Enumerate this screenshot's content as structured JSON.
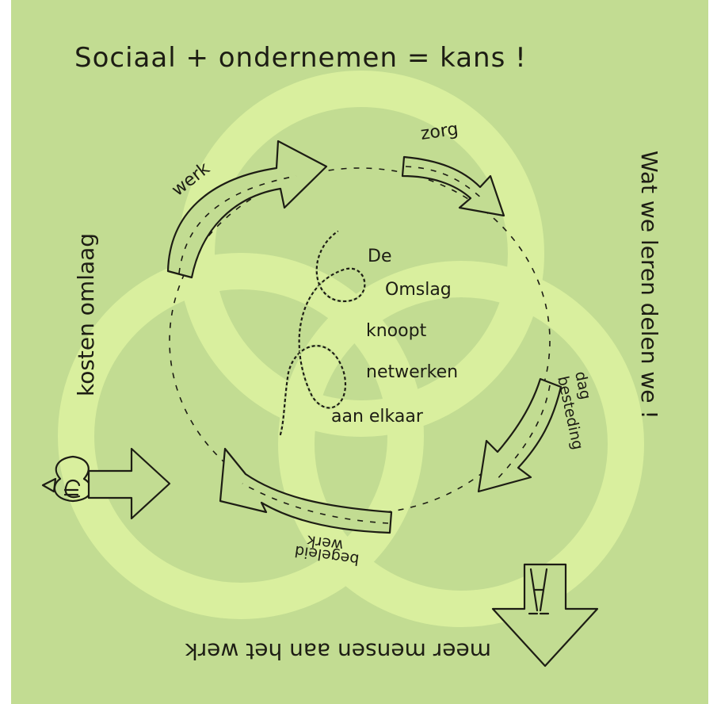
{
  "colors": {
    "background": "#c2dc92",
    "rings": "#d9ef9e",
    "ink": "#1d1d14"
  },
  "title": "Sociaal + ondernemen = kans !",
  "cycle": {
    "werk": "werk",
    "zorg": "zorg",
    "dagbesteding_line1": "dag",
    "dagbesteding_line2": "besteding",
    "begeleid_line1": "begeleid",
    "begeleid_line2": "werk"
  },
  "center": {
    "line1": "De",
    "line2": "Omslag",
    "line3": "knoopt",
    "line4": "netwerken",
    "line5": "aan elkaar"
  },
  "left_label": "kosten omlaag",
  "right_label": "Wat we leren delen we !",
  "bottom_label": "meer mensen aan het werk",
  "icons": [
    "money-bag-icon",
    "knot-icon",
    "clothespin-icon"
  ]
}
